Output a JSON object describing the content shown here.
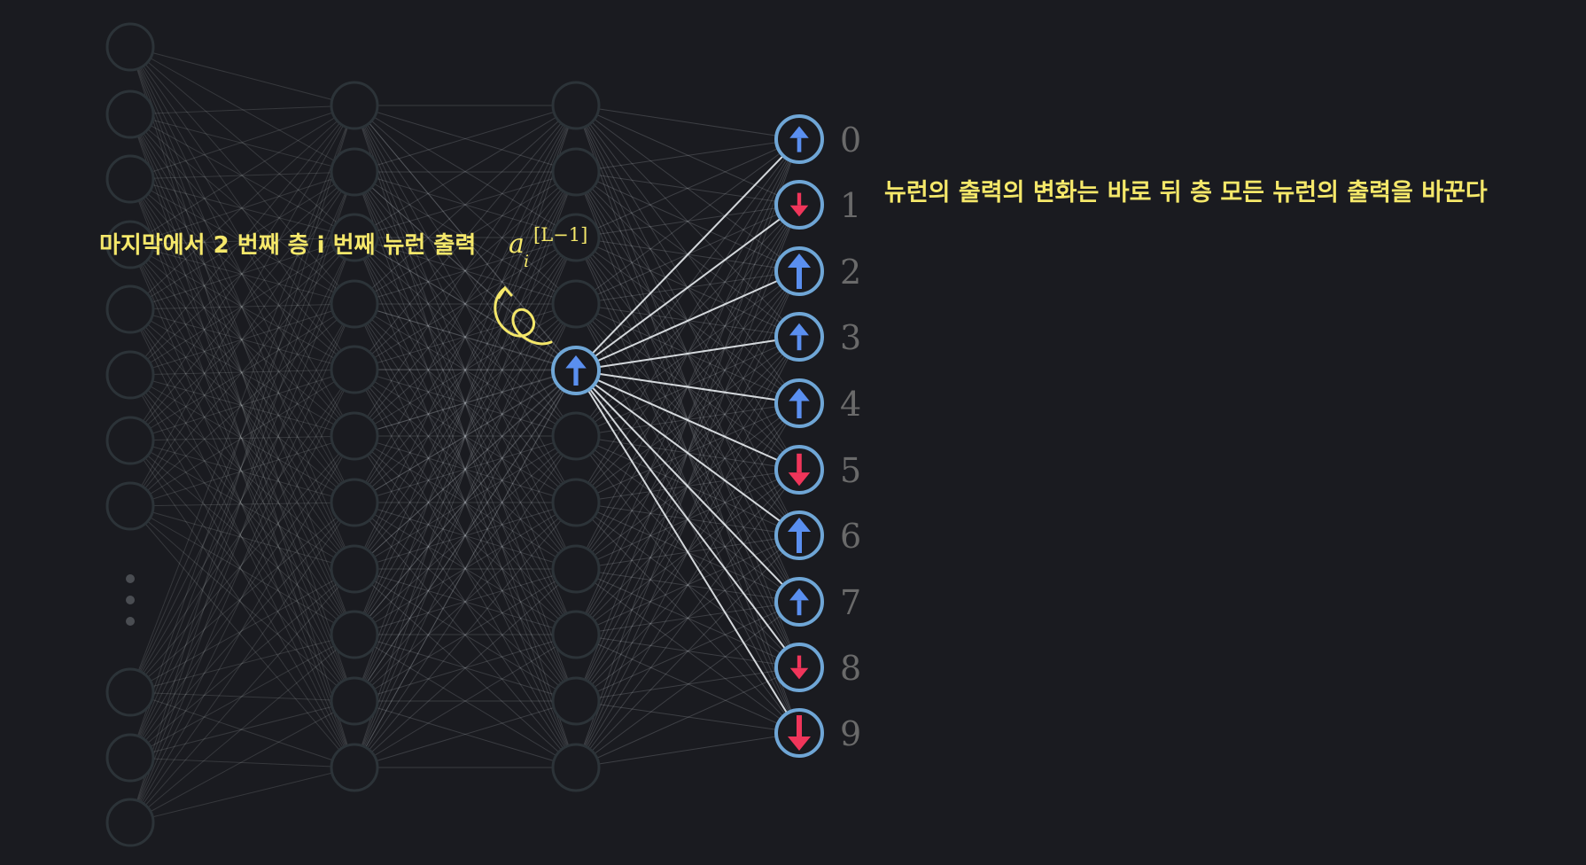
{
  "annotations": {
    "left_label": "마지막에서 2 번째 층 i 번째 뉴런 출력",
    "right_label": "뉴런의 출력의 변화는 바로 뒤 층 모든 뉴런의 출력을 바꾼다"
  },
  "math": {
    "base": "a",
    "subscript": "i",
    "superscript": "[L−1]"
  },
  "colors": {
    "background": "#1a1b20",
    "annotation": "#f5e86a",
    "neuron_outline_dim": "#2c3338",
    "neuron_outline_active": "#6fa6d6",
    "arrow_up": "#5a8ff0",
    "arrow_down": "#f0355a",
    "digit": "#6a6a6a"
  },
  "output_layer": {
    "digits": [
      "0",
      "1",
      "2",
      "3",
      "4",
      "5",
      "6",
      "7",
      "8",
      "9"
    ],
    "directions": [
      "up",
      "down",
      "up",
      "up",
      "up",
      "down",
      "up",
      "up",
      "down",
      "down"
    ],
    "magnitudes": [
      0.55,
      0.45,
      1.0,
      0.6,
      0.75,
      0.85,
      1.0,
      0.6,
      0.45,
      1.0
    ]
  },
  "highlighted_neuron": {
    "layer": 3,
    "direction": "up"
  },
  "icons": {
    "ellipsis": "vertical-ellipsis-icon",
    "loop_arrow": "curly-loop-arrow-icon"
  }
}
